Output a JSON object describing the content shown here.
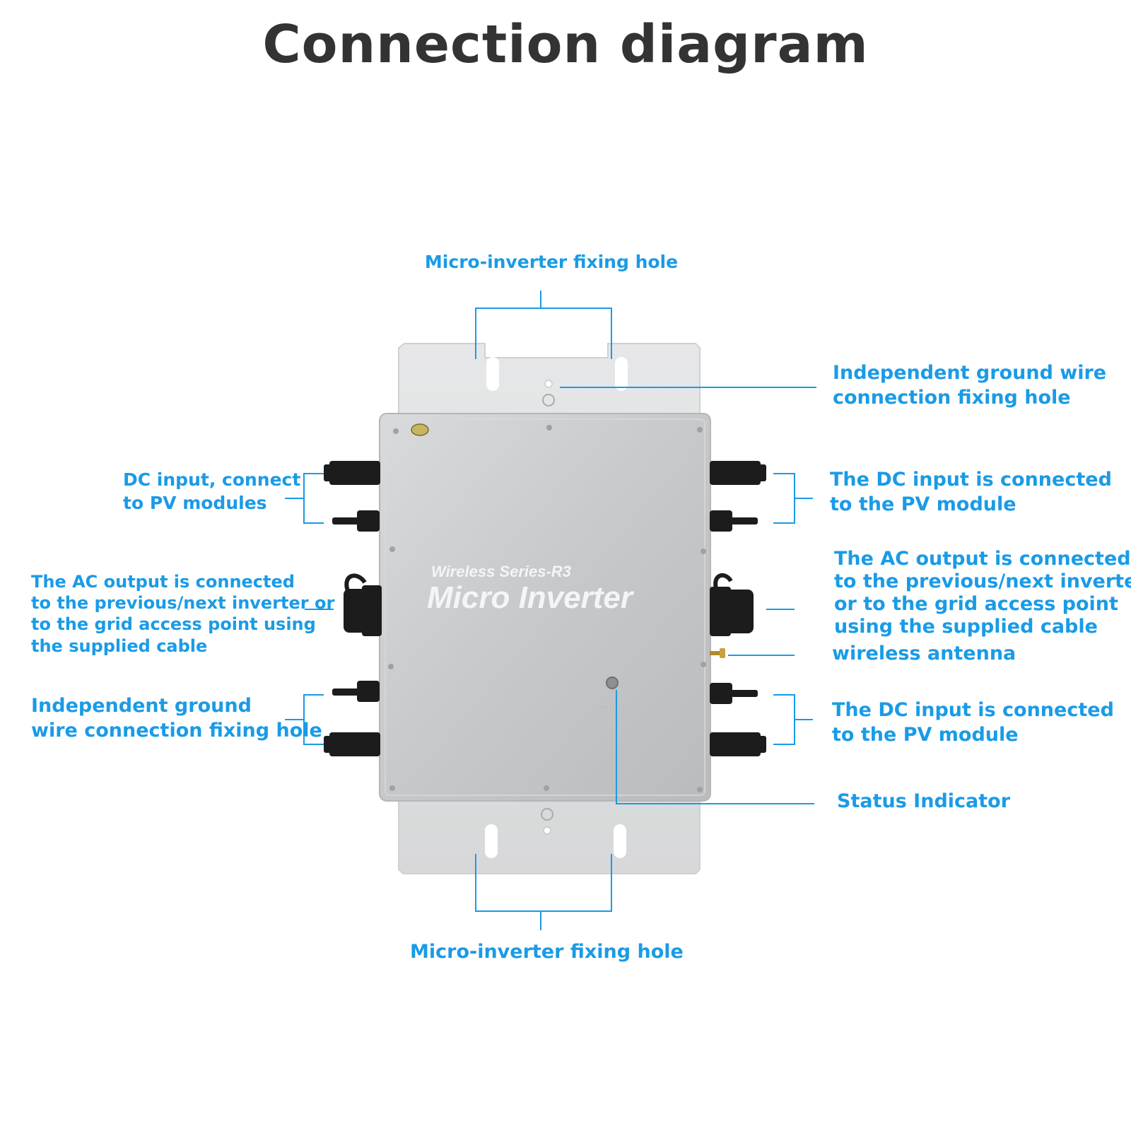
{
  "title": "Connection diagram",
  "device": {
    "series_text": "Wireless Series-R3",
    "model_text": "Micro Inverter"
  },
  "callouts": {
    "top_fixing_hole": "Micro-inverter fixing hole",
    "bottom_fixing_hole": "Micro-inverter fixing hole",
    "ground_wire_right": "Independent ground wire\nconnection fixing hole",
    "dc_input_left": "DC input, connect\nto PV modules",
    "dc_input_right_top": "The DC input is connected\nto the PV module",
    "ac_output_left": "The AC output is connected\nto the previous/next inverter or\nto the grid access point using\nthe supplied cable",
    "ac_output_right": "The AC output is connected\nto the previous/next inverter\nor to the grid access point\nusing the supplied cable",
    "wireless_antenna": "wireless antenna",
    "ground_wire_left": "Independent ground\nwire connection fixing hole",
    "dc_input_right_bottom": "The DC input is connected\nto the PV module",
    "status_indicator": "Status Indicator"
  },
  "colors": {
    "callout_text": "#1a9be6",
    "leader_line": "#1a9be6",
    "title_text": "#333333",
    "device_body": "#c9cbcd",
    "connector": "#1c1c1c"
  }
}
